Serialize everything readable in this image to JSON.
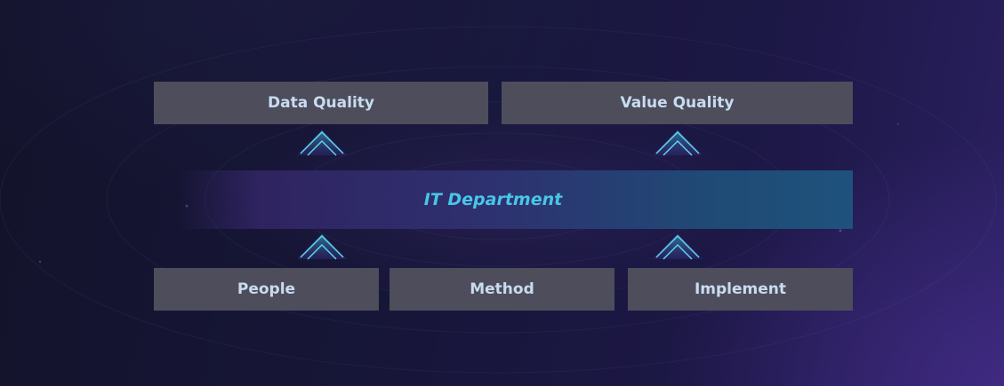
{
  "diagram": {
    "top_row": [
      {
        "label": "Data Quality"
      },
      {
        "label": "Value Quality"
      }
    ],
    "middle_band": {
      "label": "IT Department"
    },
    "bottom_row": [
      {
        "label": "People"
      },
      {
        "label": "Method"
      },
      {
        "label": "Implement"
      }
    ]
  },
  "colors": {
    "box_fill": "#4d4d5c",
    "box_text": "#c8dcf0",
    "band_text": "#48c6e6",
    "arrow_accent": "#3fc2e0"
  }
}
